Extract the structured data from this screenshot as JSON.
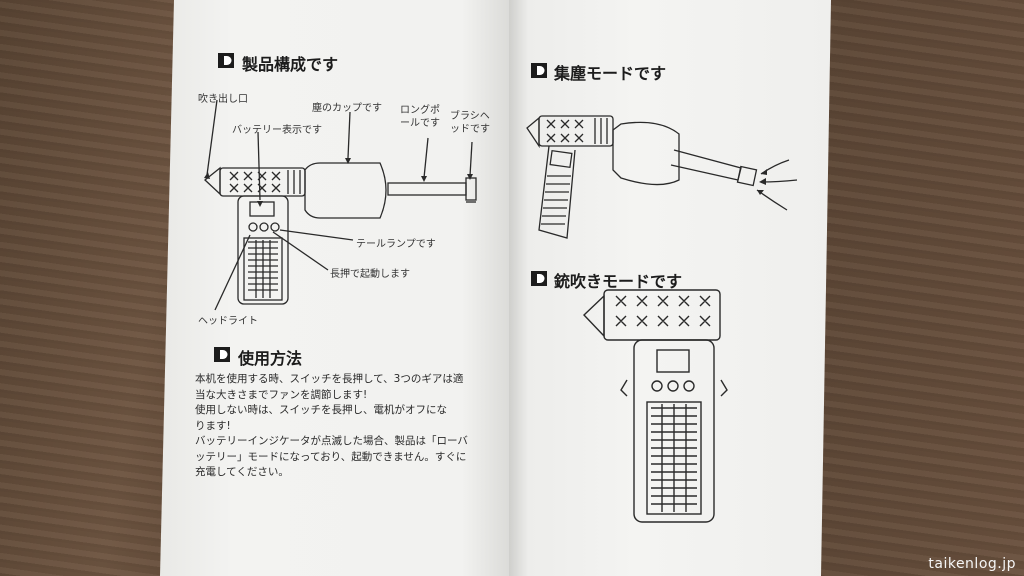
{
  "left_page": {
    "section1_title": "製品構成です",
    "labels": {
      "air_outlet": "吹き出し口",
      "battery_display": "バッテリー表示です",
      "dust_cup": "塵のカップです",
      "long_pole": "ロングポールです",
      "brush_head": "ブラシヘッドです",
      "tail_lamp": "テールランプです",
      "long_press": "長押で起動します",
      "headlight": "ヘッドライト"
    },
    "section2_title": "使用方法",
    "usage_lines": [
      "本机を使用する時、スイッチを長押して、3つのギアは適",
      "当な大きさまでファンを調節します!",
      "使用しない時は、スイッチを長押し、電机がオフにな",
      "ります!",
      "バッテリーインジケータが点滅した場合、製品は「ローバ",
      "ッテリー」モードになっており、起動できません。すぐに",
      "充電してください。"
    ]
  },
  "right_page": {
    "section1_title": "集塵モードです",
    "section2_title": "銃吹きモードです"
  },
  "watermark": "taikenlog.jp"
}
